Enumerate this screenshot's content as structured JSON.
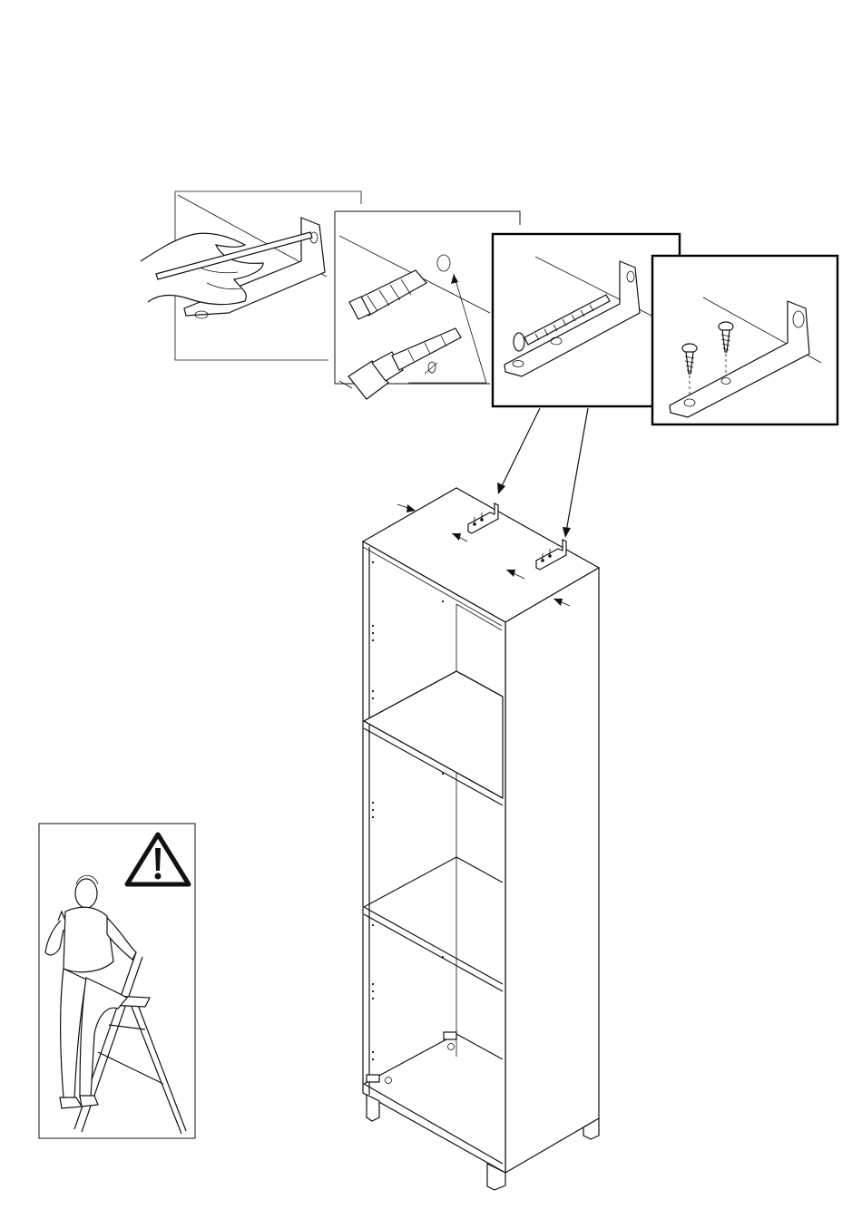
{
  "page": {
    "background": "#ffffff",
    "line_color": "#111111"
  },
  "steps": [
    {
      "name": "mark-wall-through-bracket"
    },
    {
      "name": "drill-and-insert-wall-plug"
    },
    {
      "name": "screw-bracket-to-wall"
    },
    {
      "name": "screw-bracket-to-cabinet-top"
    }
  ],
  "cabinet": {
    "shelves": 3,
    "wall_brackets": 2
  },
  "warning": {
    "icon": "warning-triangle-icon",
    "figure": "person-on-stepladder"
  }
}
